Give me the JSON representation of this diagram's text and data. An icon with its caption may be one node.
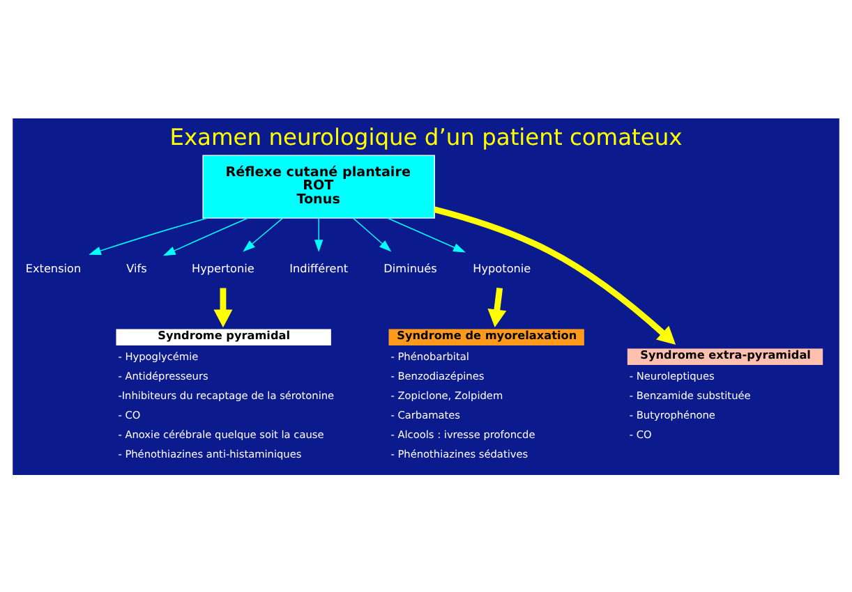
{
  "diagram": {
    "title": "Examen neurologique d’un patient comateux",
    "nodes": [
      {
        "text": [
          "Réflexe cutané plantaire",
          "ROT",
          "Tonus"
        ]
      },
      {
        "text": [
          "Extension"
        ]
      },
      {
        "text": [
          "Vifs"
        ]
      },
      {
        "text": [
          "Hypertonie"
        ]
      },
      {
        "text": [
          "Indifférent"
        ]
      },
      {
        "text": [
          "Diminués"
        ]
      },
      {
        "text": [
          "Hypotonie"
        ]
      },
      {
        "text": [
          "Syndrome pyramidal"
        ],
        "beside": [
          "- Hypoglycémie",
          "- Antidépresseurs",
          "-Inhibiteurs du recaptage de la sérotonine",
          "- CO",
          "- Anoxie cérébrale quelque soit la cause",
          "- Phénothiazines anti-histaminiques"
        ]
      },
      {
        "text": [
          "Syndrome extra-pyramidal"
        ],
        "beside": [
          "- Neuroleptiques",
          "- Benzamide substituée",
          "- Butyrophénone",
          "- CO"
        ]
      },
      {
        "text": [
          "Syndrome de myorelaxation"
        ],
        "beside": [
          "- Phénobarbital",
          "- Benzodiazépines",
          "- Zopiclone, Zolpidem",
          "- Carbamates",
          "- Alcools : ivresse profoncde",
          "- Phénothiazines sédatives"
        ]
      }
    ],
    "edges": [
      {
        "from": 0,
        "to": 1,
        "arrow": "to"
      },
      {
        "from": 0,
        "to": 2,
        "arrow": "to"
      },
      {
        "from": 0,
        "to": 3,
        "arrow": "to"
      },
      {
        "from": 0,
        "to": 4,
        "arrow": "to"
      },
      {
        "from": 0,
        "to": 5,
        "arrow": "to"
      },
      {
        "from": 0,
        "to": 6,
        "arrow": "to"
      },
      {
        "from": 3,
        "to": 7,
        "arrow": "to",
        "style": "thick",
        "color": "#ffff00"
      },
      {
        "from": 0,
        "to": 8,
        "arrow": "to",
        "style": "thick",
        "color": "#ffff00"
      },
      {
        "from": 6,
        "to": 9,
        "arrow": "to",
        "style": "thick",
        "color": "#ffff00"
      }
    ]
  }
}
